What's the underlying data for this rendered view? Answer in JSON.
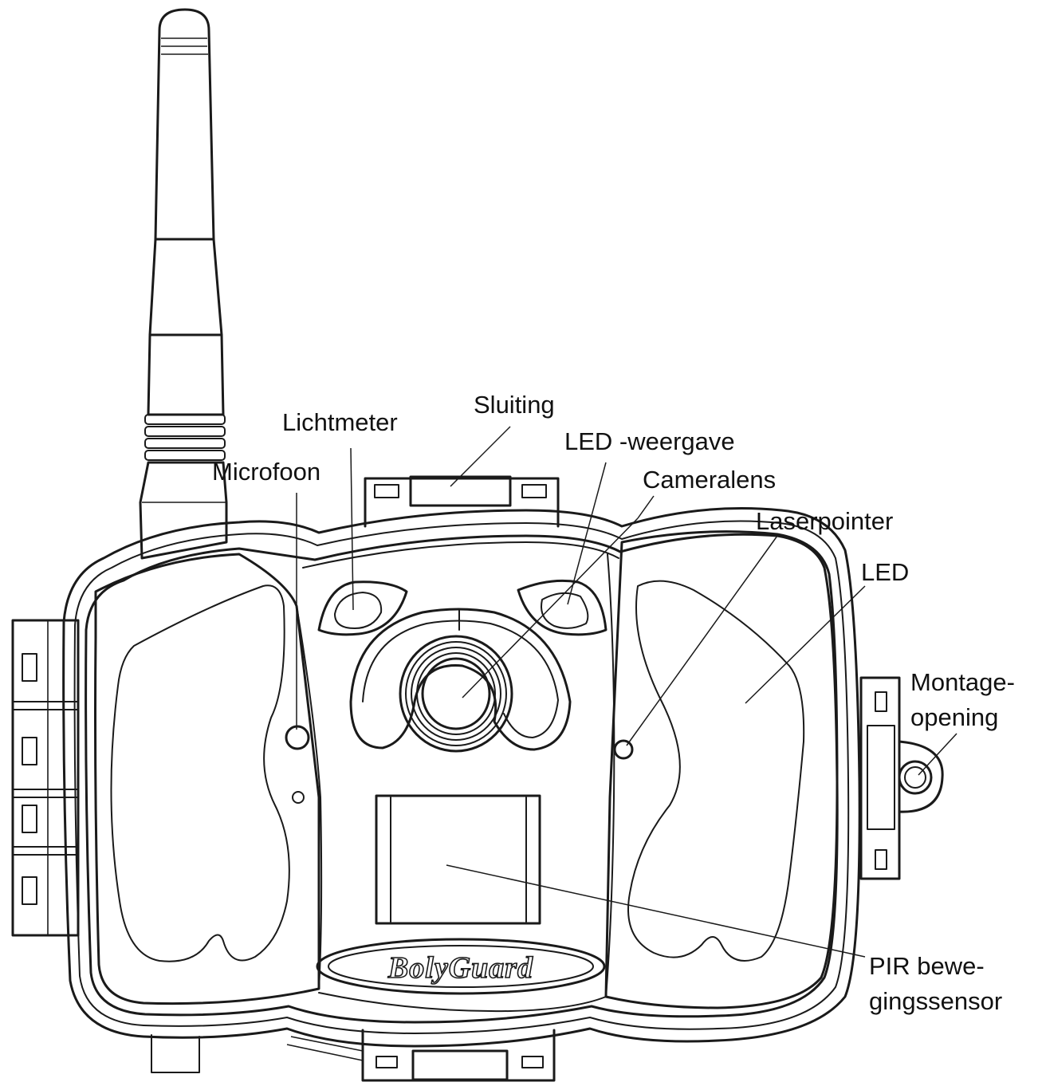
{
  "labels": {
    "sluiting": "Sluiting",
    "lichtmeter": "Lichtmeter",
    "led_weergave": "LED -weergave",
    "microfoon": "Microfoon",
    "cameralens": "Cameralens",
    "laserpointer": "Laserpointer",
    "led": "LED",
    "montage_line1": "Montage-",
    "montage_line2": "opening",
    "pir_line1": "PIR bewe-",
    "pir_line2": "gingssensor"
  },
  "brand": "BolyGuard",
  "colors": {
    "line": "#1a1a1a",
    "background": "#ffffff"
  }
}
